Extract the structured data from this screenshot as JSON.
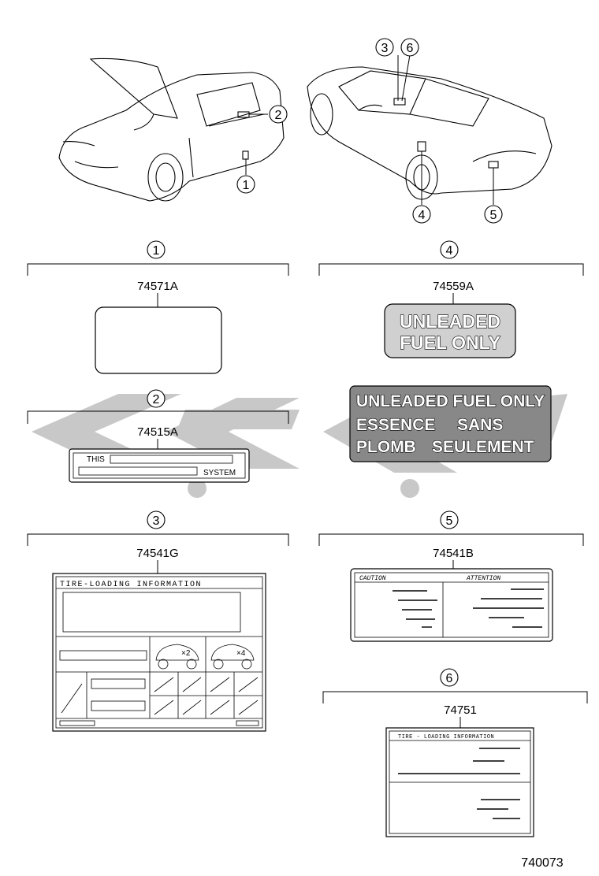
{
  "diagram": {
    "callouts": {
      "c1": "1",
      "c2": "2",
      "c3": "3",
      "c4": "4",
      "c5": "5",
      "c6": "6"
    },
    "section_numbers": {
      "s1": "1",
      "s2": "2",
      "s3": "3",
      "s4": "4",
      "s5": "5",
      "s6": "6"
    },
    "parts": {
      "p1": "74571A",
      "p2": "74515A",
      "p3": "74541G",
      "p4": "74559A",
      "p5": "74541B",
      "p6": "74751"
    },
    "label_74515A": {
      "line1": "THIS",
      "line2": "SYSTEM"
    },
    "label_74541G": {
      "title": "TIRE-LOADING INFORMATION",
      "x2": "×2",
      "x4": "×4"
    },
    "label_74559A": {
      "line1": "UNLEADED",
      "line2": "FUEL ONLY"
    },
    "label_74559A_large": {
      "line1": "UNLEADED FUEL ONLY",
      "line2a": "ESSENCE",
      "line2b": "SANS",
      "line3a": "PLOMB",
      "line3b": "SEULEMENT"
    },
    "label_74541B": {
      "left_head": "CAUTION",
      "right_head": "ATTENTION"
    },
    "label_74751": {
      "title": "TIRE - LOADING INFORMATION"
    },
    "figure_id": "740073"
  },
  "colors": {
    "watermark": "#c8c8c8",
    "label_grey": "#d0d0d0",
    "ink": "#000000"
  }
}
